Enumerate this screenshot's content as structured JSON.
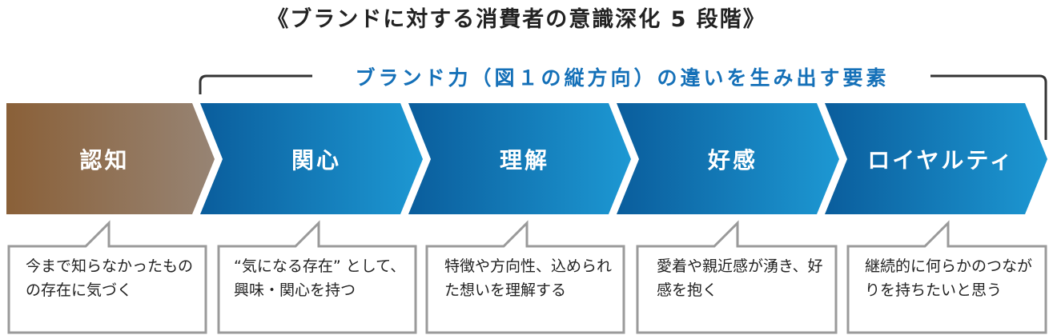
{
  "title": "《ブランドに対する消費者の意識深化 5 段階》",
  "bracket_label": "ブランド力（図１の縦方向）の違いを生み出す要素",
  "stages": [
    {
      "label": "認知",
      "description": "今まで知らなかったものの存在に気づく"
    },
    {
      "label": "関心",
      "description": "“気になる存在” として、興味・関心を持つ"
    },
    {
      "label": "理解",
      "description": "特徴や方向性、込められた想いを理解する"
    },
    {
      "label": "好感",
      "description": "愛着や親近感が湧き、好感を抱く"
    },
    {
      "label": "ロイヤルティ",
      "description": "継続的に何らかのつながりを持ちたいと思う"
    }
  ],
  "colors": {
    "brown_start": "#8a6038",
    "brown_end": "#978474",
    "blue_start": "#0a5d9c",
    "blue_end": "#1d98d3",
    "accent": "#1470b8",
    "border": "#9a9a9a"
  }
}
